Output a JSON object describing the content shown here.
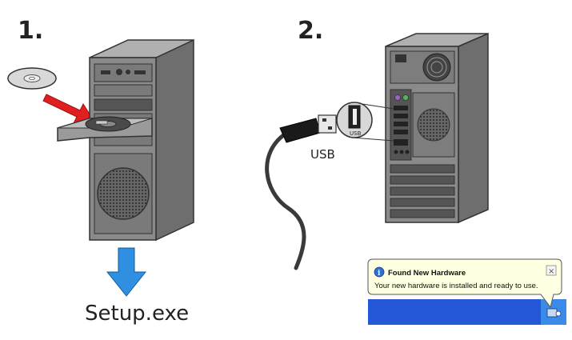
{
  "step1": {
    "number": "1.",
    "caption": "Setup.exe"
  },
  "step2": {
    "number": "2.",
    "usb_label": "USB",
    "port_label": "USB"
  },
  "notification": {
    "title": "Found New Hardware",
    "message": "Your new hardware is installed and ready to use.",
    "close_glyph": "×",
    "icon": "info-icon"
  },
  "colors": {
    "tower_front": "#8a8a8a",
    "tower_side": "#6e6e6e",
    "arrow_red": "#e02020",
    "arrow_blue": "#2f8fe0",
    "taskbar_blue": "#2458d8",
    "balloon_bg": "#ffffe1"
  }
}
